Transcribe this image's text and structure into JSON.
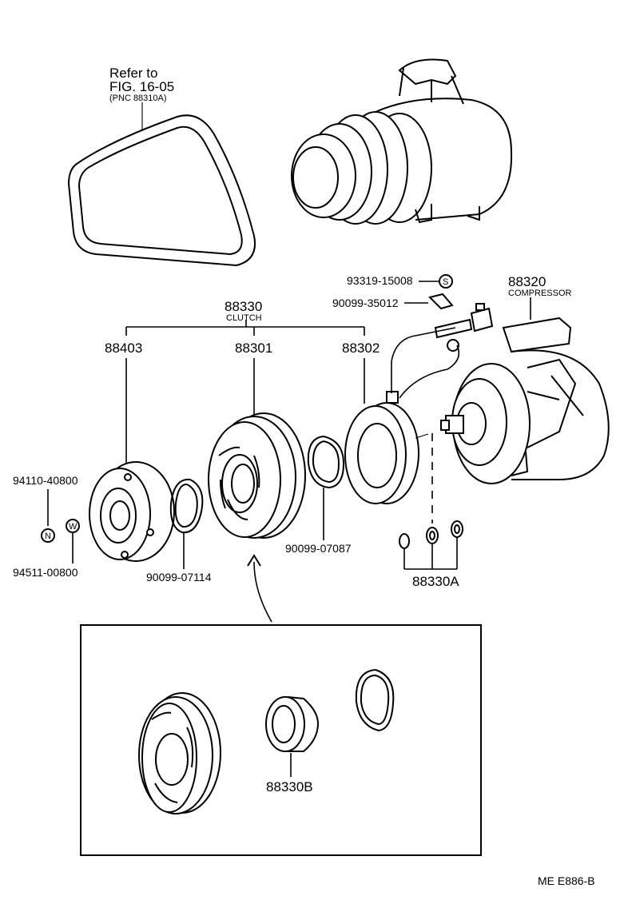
{
  "refer": {
    "line1": "Refer to",
    "line2": "FIG. 16-05",
    "line3": "(PNC 88310A)"
  },
  "labels": {
    "clutch_no": "88330",
    "clutch_name": "CLUTCH",
    "hub": "88403",
    "pulley": "88301",
    "stator": "88302",
    "compressor_no": "88320",
    "compressor_name": "COMPRESSOR",
    "screw": "93319-15008",
    "clamp": "90099-35012",
    "nut_part": "94110-40800",
    "washer_part": "94511-00800",
    "snap_ring_hub": "90099-07114",
    "snap_ring_pulley": "90099-07087",
    "shims": "88330A",
    "bearing": "88330B",
    "footer": "ME  E886-B"
  },
  "symbols": {
    "s": "S",
    "n": "N",
    "w": "W"
  }
}
